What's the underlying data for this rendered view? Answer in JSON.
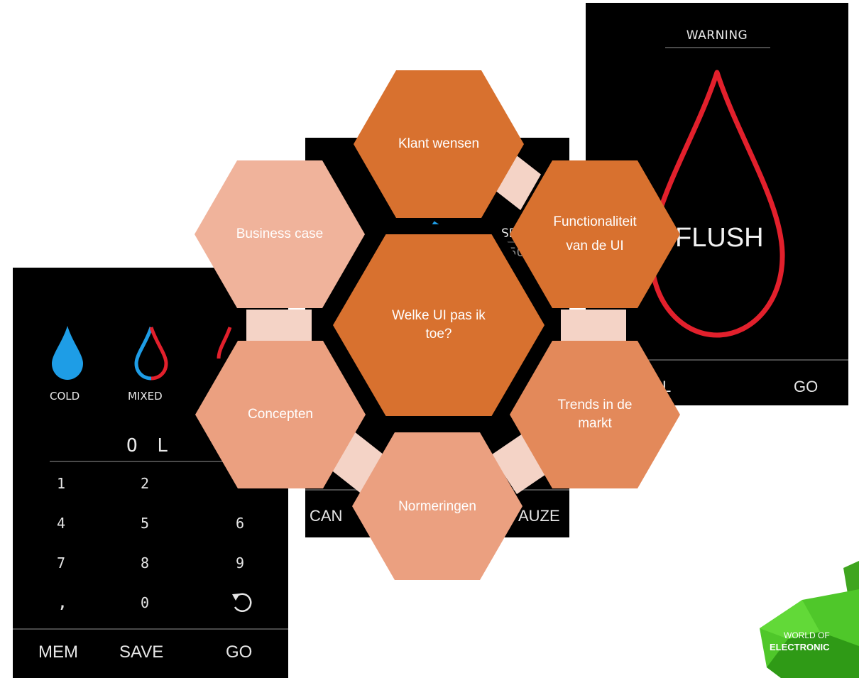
{
  "left_panel": {
    "drop_labels": [
      "COLD",
      "MIXED"
    ],
    "unit_display": "O L",
    "keys": [
      "1",
      "2",
      "",
      "4",
      "5",
      "6",
      "7",
      "8",
      "9",
      ",",
      "0",
      ""
    ],
    "buttons": [
      "MEM",
      "SAVE",
      "GO"
    ]
  },
  "center_panel": {
    "partial_label_top": "SE",
    "partial_value": "150",
    "buttons": [
      "CAN",
      "AUZE"
    ]
  },
  "right_panel": {
    "title": "WARNING",
    "drop_text": "FLUSH",
    "buttons": [
      "L",
      "GO"
    ]
  },
  "hexagons": {
    "center": [
      "Welke UI pas ik",
      "toe?"
    ],
    "top": [
      "Klant wensen"
    ],
    "top_left": [
      "Business case"
    ],
    "top_right": [
      "Functionaliteit",
      "van de UI"
    ],
    "bottom_left": [
      "Concepten"
    ],
    "bottom_right": [
      "Trends in de",
      "markt"
    ],
    "bottom": [
      "Normeringen"
    ]
  },
  "logo": {
    "line1": "WORLD OF",
    "line2": "ELECTRONIC"
  },
  "colors": {
    "dark_orange": "#d8712f",
    "mid_orange": "#e3895a",
    "light_orange": "#eba080",
    "pale_orange": "#f0b39b",
    "connector": "#f4d3c6",
    "water_blue": "#1e9de6",
    "warning_red": "#e2202c",
    "logo_green": "#4fc72a"
  }
}
